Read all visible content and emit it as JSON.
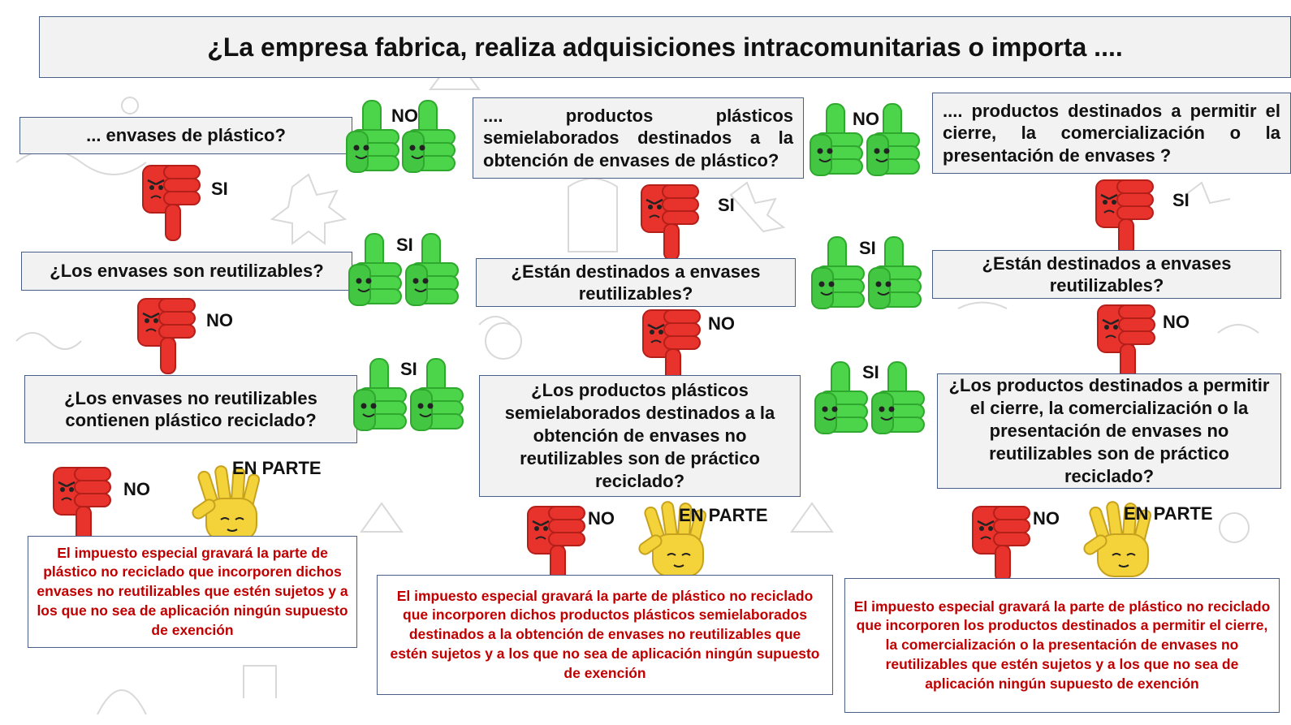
{
  "title_question": "¿La empresa fabrica, realiza adquisiciones intracomunitarias o importa ....",
  "columns": [
    {
      "q1": "... envases de plástico?",
      "q2": "¿Los envases son reutilizables?",
      "q3": "¿Los envases no reutilizables contienen plástico reciclado?",
      "result": "El impuesto especial gravará la parte de plástico no reciclado que incorporen dichos envases no reutilizables que estén sujetos y a los que no sea de aplicación ningún supuesto de exención"
    },
    {
      "q1": ".... productos plásticos semielaborados destinados a la obtención de envases de plástico?",
      "q2": "¿Están destinados a envases reutilizables?",
      "q3": "¿Los productos plásticos semielaborados destinados a la obtención de envases no reutilizables son de práctico reciclado?",
      "result": "El impuesto especial gravará la parte de plástico no reciclado que incorporen dichos productos plásticos semielaborados destinados a la obtención de envases no reutilizables que estén sujetos y a los que no sea de aplicación ningún supuesto de exención"
    },
    {
      "q1": ".... productos destinados a permitir el cierre, la comercialización o la presentación de envases ?",
      "q2": "¿Están destinados a envases reutilizables?",
      "q3": "¿Los productos destinados a permitir el cierre, la comercialización o la presentación de envases no reutilizables son de práctico reciclado?",
      "result": "El impuesto especial gravará la parte de plástico no reciclado que incorporen los productos destinados a permitir el cierre, la comercialización o la presentación de envases no reutilizables que estén sujetos y a los que no sea de aplicación ningún supuesto de exención"
    }
  ],
  "labels": {
    "no": "NO",
    "si": "SI",
    "en_parte": "EN PARTE"
  },
  "icons": {
    "thumbs_up": "thumbs-up-green",
    "thumbs_down": "thumbs-down-red",
    "hand_partial": "hand-yellow-partial"
  },
  "colors": {
    "box_border": "#4a5f86",
    "box_fill": "#f2f2f2",
    "result_text": "#c00000",
    "thumb_up": "#4cd44a",
    "thumb_down": "#e8322c",
    "hand_partial": "#f4d23a"
  }
}
